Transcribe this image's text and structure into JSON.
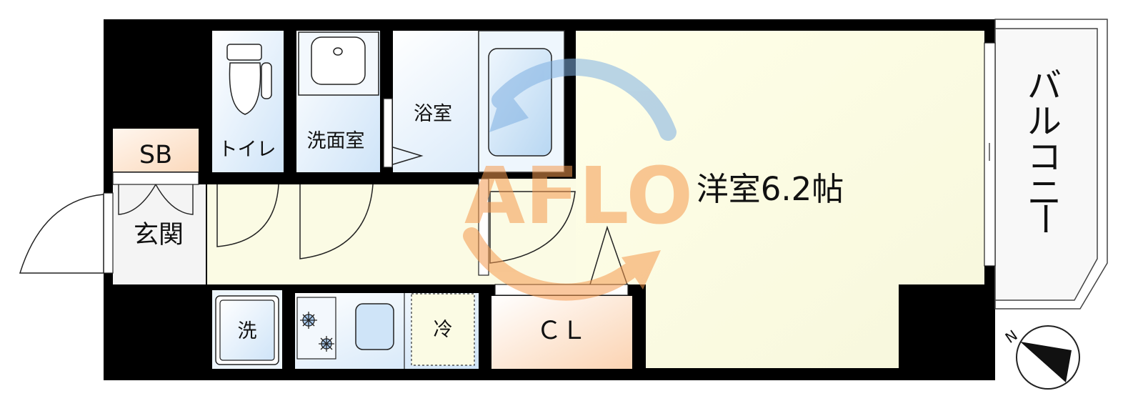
{
  "rooms": {
    "toilet": "トイレ",
    "washroom": "洗面室",
    "bathroom": "浴室",
    "western_room": "洋室6.2帖",
    "balcony_chars": [
      "バ",
      "ル",
      "コ",
      "ニ",
      "ー"
    ],
    "shoe_box": "SB",
    "entrance": "玄関",
    "washing_machine": "洗",
    "refrigerator": "冷",
    "closet": "ＣＬ"
  },
  "watermark": "AFLO",
  "compass": {
    "north_label": "N",
    "icon": "compass-arrow-icon"
  },
  "colors": {
    "wall": "#000000",
    "western_room_floor": "#fbfbe4",
    "wet_area_floor": "#dfeefb",
    "closet_gradient_end": "#fbd9bc",
    "watermark_orange": "#f7b27a",
    "watermark_blue": "#9dc3e8"
  }
}
